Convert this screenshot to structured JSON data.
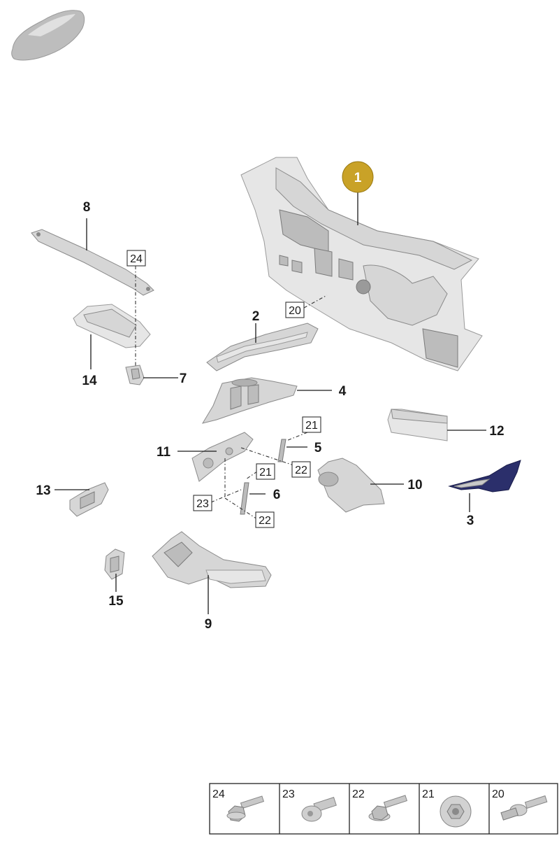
{
  "highlight_color": "#c9a227",
  "accent_part_color": "#2b2f6b",
  "callouts": {
    "c1": "1",
    "c2": "2",
    "c3": "3",
    "c4": "4",
    "c5": "5",
    "c6": "6",
    "c7": "7",
    "c8": "8",
    "c9": "9",
    "c10": "10",
    "c11": "11",
    "c12": "12",
    "c13": "13",
    "c14": "14",
    "c15": "15"
  },
  "fastener_refs": {
    "r24": "24",
    "r20": "20",
    "r21a": "21",
    "r22a": "22",
    "r21b": "21",
    "r23": "23",
    "r22b": "22"
  },
  "fastener_table": [
    {
      "label": "24",
      "icon": "hex-flange-bolt-icon"
    },
    {
      "label": "23",
      "icon": "torx-flange-bolt-icon"
    },
    {
      "label": "22",
      "icon": "hex-flange-bolt-icon"
    },
    {
      "label": "21",
      "icon": "flange-nut-icon"
    },
    {
      "label": "20",
      "icon": "stud-bolt-icon"
    }
  ]
}
